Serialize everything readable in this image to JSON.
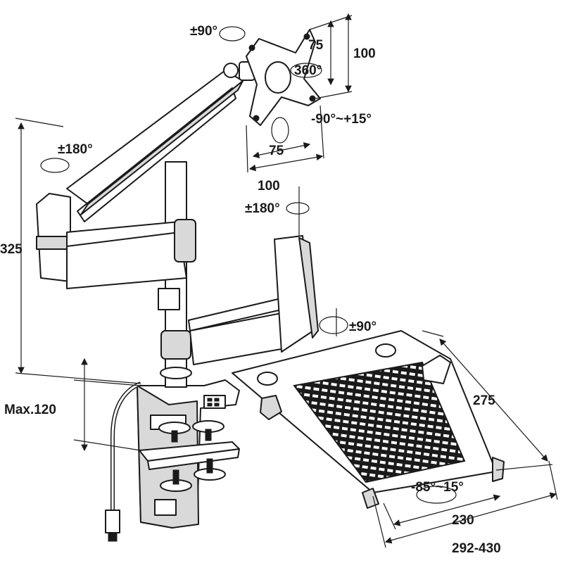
{
  "labels": {
    "vesa_rotate": "±90°",
    "vesa_h_75": "75",
    "vesa_h_100": "100",
    "vesa_swivel": "360°",
    "vesa_tilt": "-90°~+15°",
    "vesa_w_75": "75",
    "vesa_w_100": "100",
    "arm_swivel": "±180°",
    "height": "325",
    "tray_swivel": "±180°",
    "tray_rotate": "±90°",
    "clamp_max": "Max.120",
    "tray_depth": "275",
    "tray_tilt": "-85°~15°",
    "tray_inner_width": "230",
    "tray_width_range": "292-430"
  },
  "colors": {
    "line": "#1a1a1a",
    "fill": "#ffffff",
    "shade": "#d9d9d9"
  },
  "icons": [
    "rotation-arrow-icon",
    "dimension-arrow-icon"
  ]
}
